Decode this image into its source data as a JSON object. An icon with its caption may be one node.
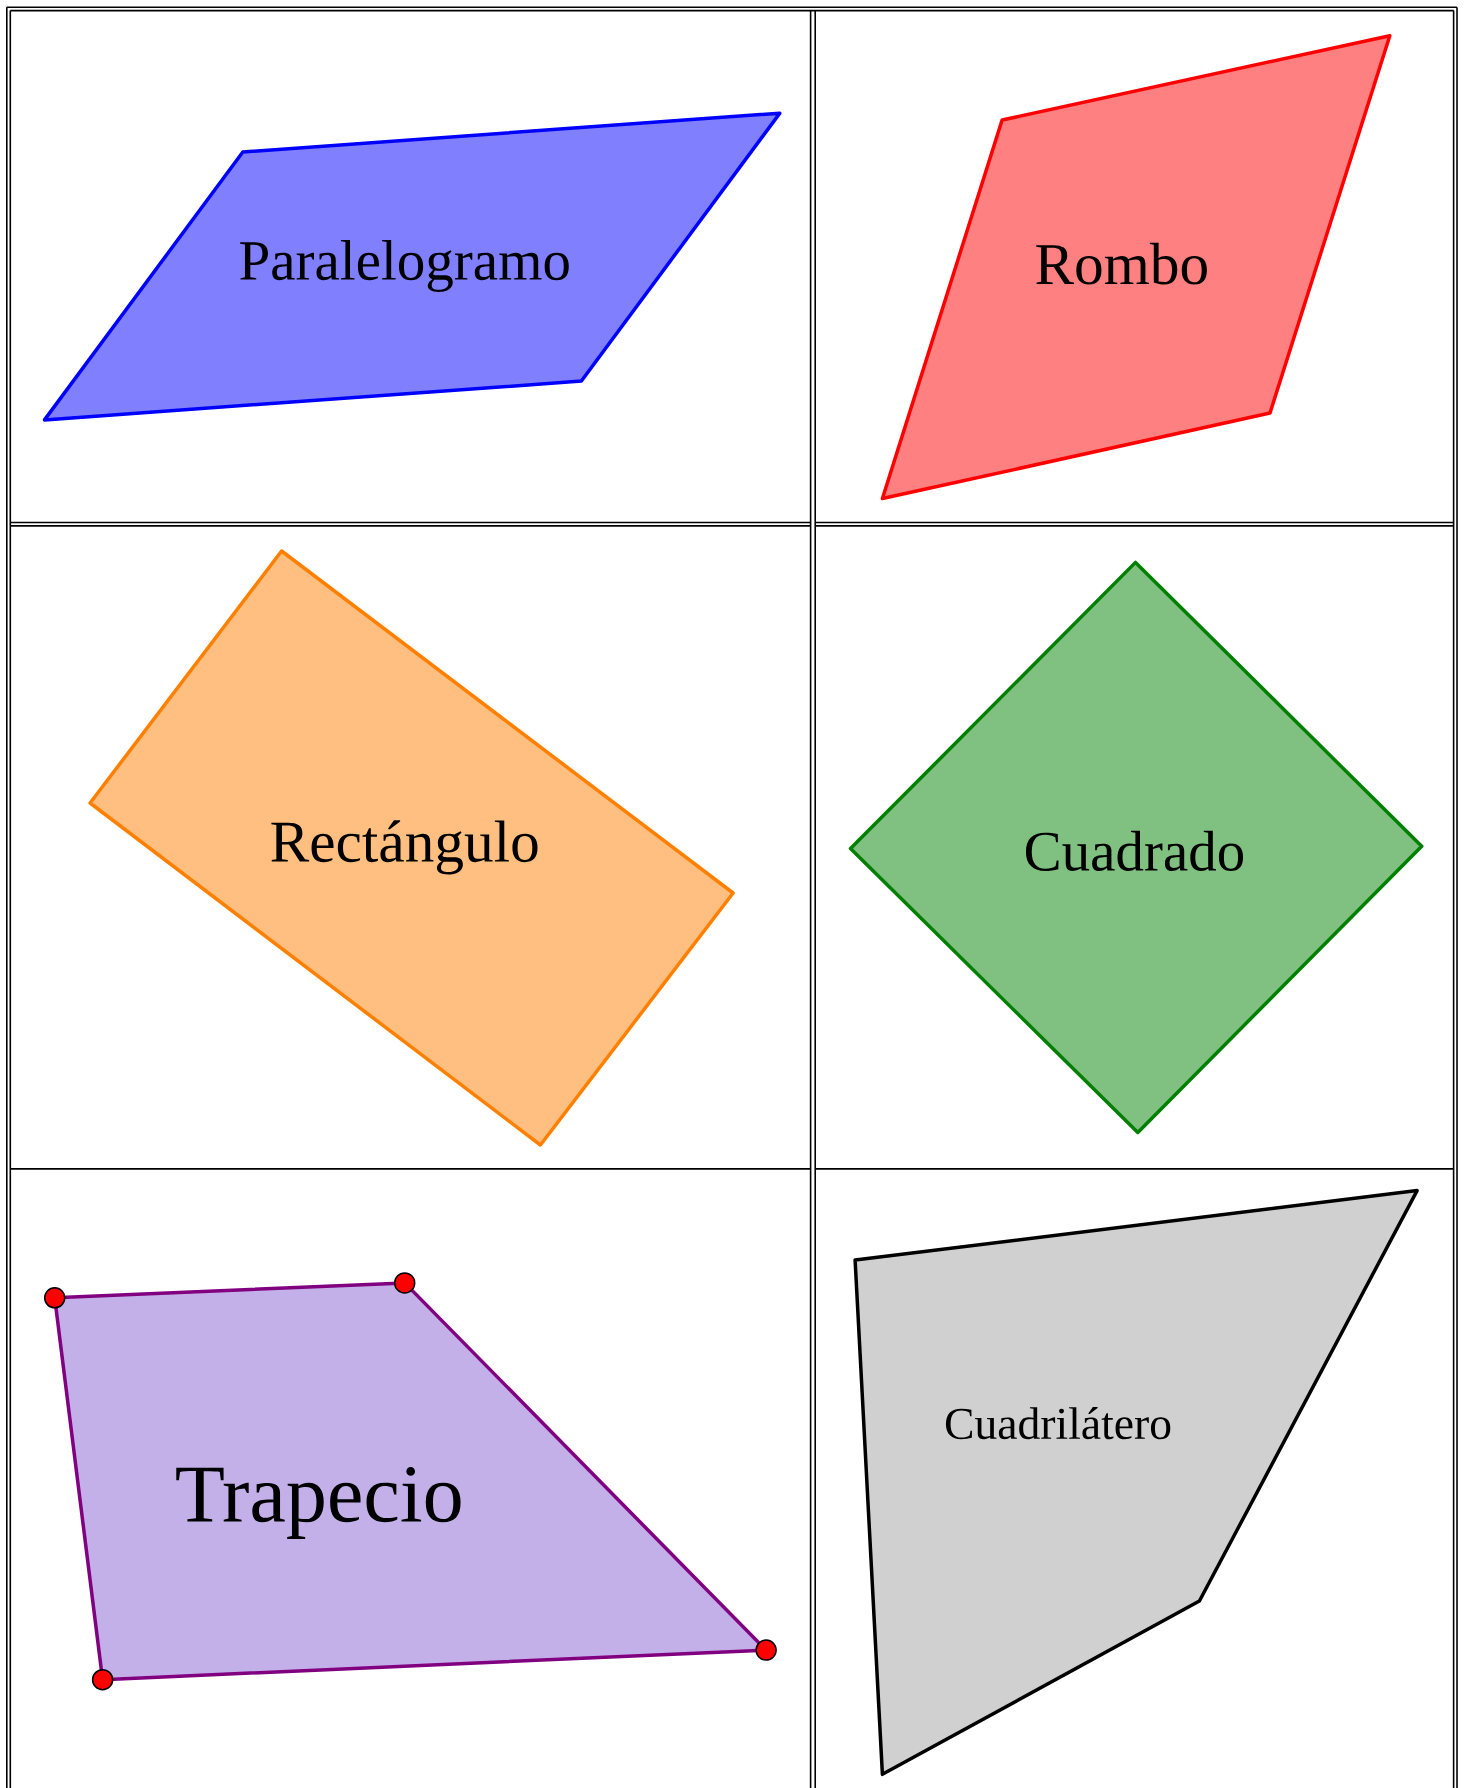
{
  "diagram": {
    "nodes": [
      {
        "text": [
          "Paralelogramo"
        ]
      },
      {
        "text": [
          "Rombo"
        ]
      },
      {
        "text": [
          "Rectángulo"
        ]
      },
      {
        "text": [
          "Cuadrado"
        ]
      },
      {
        "text": [
          "Trapecio"
        ]
      },
      {
        "text": [
          "Cuadrilátero"
        ]
      }
    ]
  }
}
